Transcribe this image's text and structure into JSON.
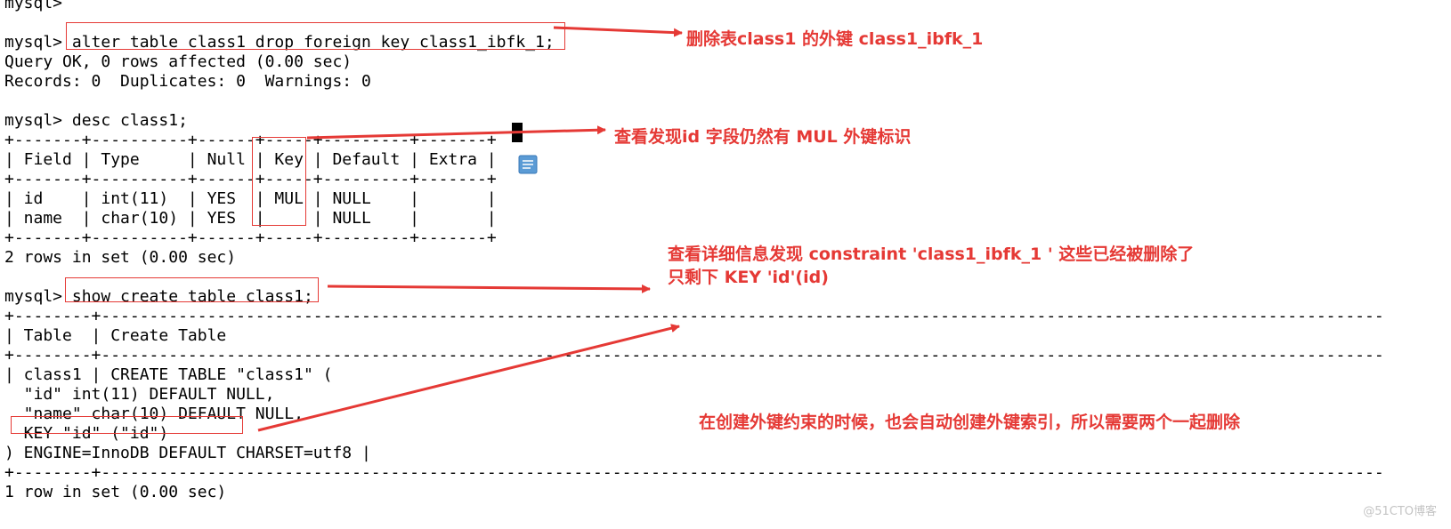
{
  "terminal": {
    "lines": [
      "mysql> ",
      "",
      "mysql> alter table class1 drop foreign key class1_ibfk_1;",
      "Query OK, 0 rows affected (0.00 sec)",
      "Records: 0  Duplicates: 0  Warnings: 0",
      "",
      "mysql> desc class1;",
      "+-------+----------+------+-----+---------+-------+",
      "| Field | Type     | Null | Key | Default | Extra |",
      "+-------+----------+------+-----+---------+-------+",
      "| id    | int(11)  | YES  | MUL | NULL    |       |",
      "| name  | char(10) | YES  |     | NULL    |       |",
      "+-------+----------+------+-----+---------+-------+",
      "2 rows in set (0.00 sec)",
      "",
      "mysql> show create table class1;",
      "+--------+-------------------------------------------------------------------------------------------------------------------------------------",
      "| Table  | Create Table",
      "+--------+-------------------------------------------------------------------------------------------------------------------------------------",
      "| class1 | CREATE TABLE \"class1\" (",
      "  \"id\" int(11) DEFAULT NULL,",
      "  \"name\" char(10) DEFAULT NULL,",
      "  KEY \"id\" (\"id\")",
      ") ENGINE=InnoDB DEFAULT CHARSET=utf8 |",
      "+--------+-------------------------------------------------------------------------------------------------------------------------------------",
      "1 row in set (0.00 sec)"
    ]
  },
  "annotations": {
    "note1": "删除表class1 的外键 class1_ibfk_1",
    "note2": "查看发现id 字段仍然有 MUL 外键标识",
    "note3_line1": "查看详细信息发现 constraint 'class1_ibfk_1 ' 这些已经被删除了",
    "note3_line2": "只剩下 KEY 'id'(id)",
    "note4": "在创建外键约束的时候，也会自动创建外键索引，所以需要两个一起删除"
  },
  "watermark": "@51CTO博客",
  "colors": {
    "annotation": "#e53935",
    "terminal_text": "#000000",
    "background": "#ffffff"
  }
}
